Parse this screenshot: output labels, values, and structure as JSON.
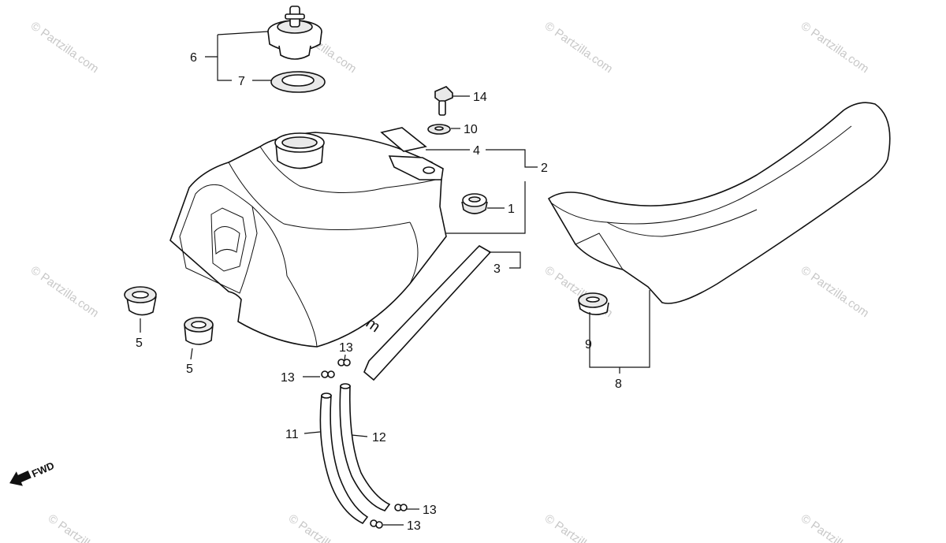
{
  "watermark": "© Partzilla.com",
  "fwd_label": "FWD",
  "callouts": {
    "c1": "1",
    "c2": "2",
    "c3": "3",
    "c4": "4",
    "c5a": "5",
    "c5b": "5",
    "c6": "6",
    "c7": "7",
    "c8": "8",
    "c9": "9",
    "c10": "10",
    "c11": "11",
    "c12": "12",
    "c13a": "13",
    "c13b": "13",
    "c13c": "13",
    "c13d": "13",
    "c14": "14"
  }
}
